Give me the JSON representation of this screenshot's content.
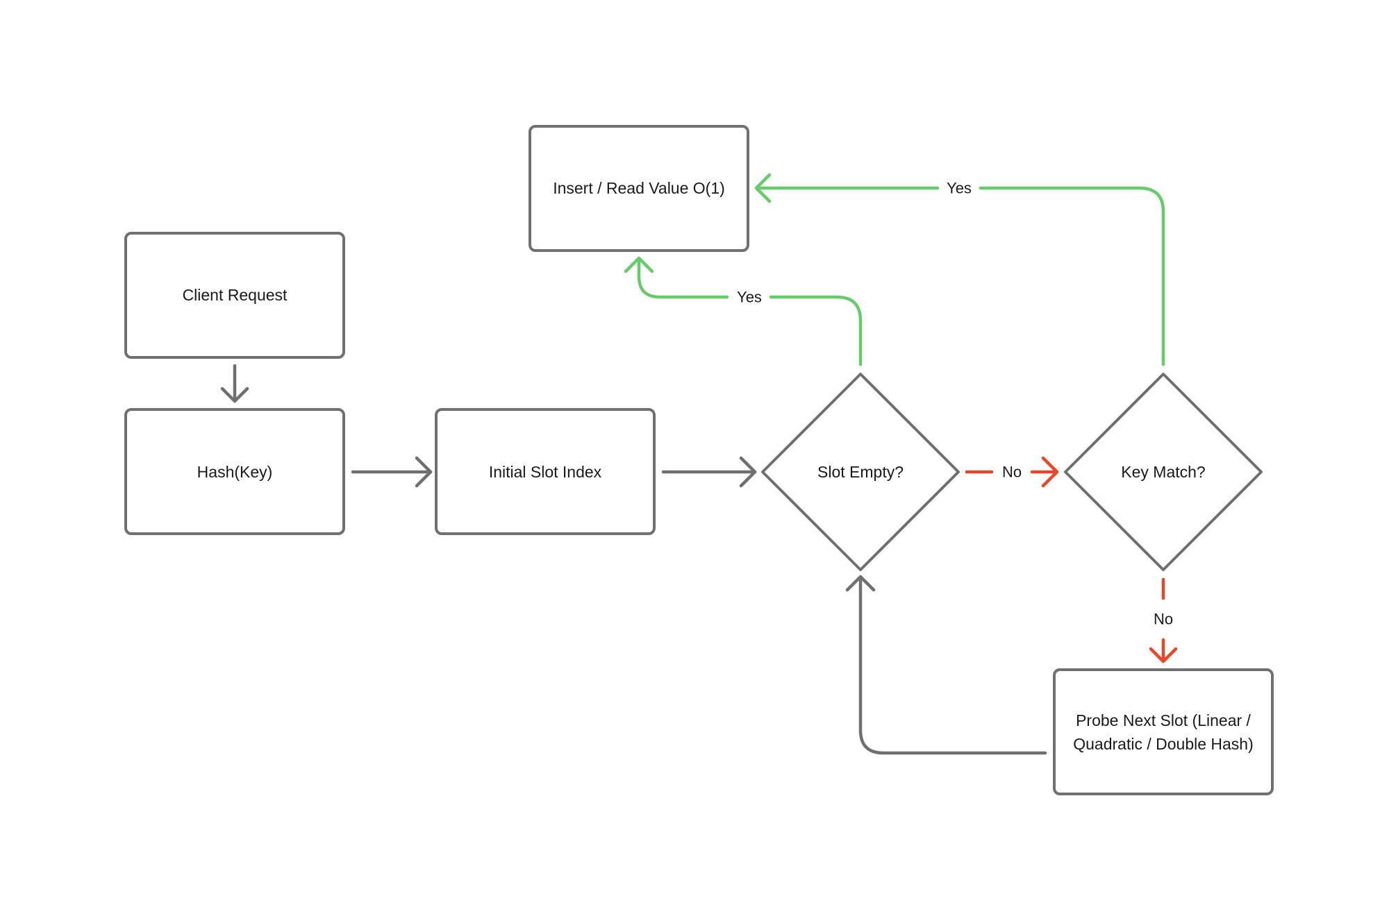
{
  "nodes": {
    "client_request": "Client Request",
    "hash_key": "Hash(Key)",
    "initial_slot": "Initial Slot Index",
    "insert_read": "Insert / Read Value O(1)",
    "slot_empty": "Slot Empty?",
    "key_match": "Key Match?",
    "probe_next_line1": "Probe Next Slot (Linear /",
    "probe_next_line2": "Quadratic / Double Hash)"
  },
  "edge_labels": {
    "slot_empty_yes": "Yes",
    "key_match_yes": "Yes",
    "slot_empty_no": "No",
    "key_match_no": "No"
  },
  "colors": {
    "node_stroke": "#707070",
    "flow_default": "#707070",
    "flow_yes": "#66cc6a",
    "flow_no": "#e8482a"
  }
}
